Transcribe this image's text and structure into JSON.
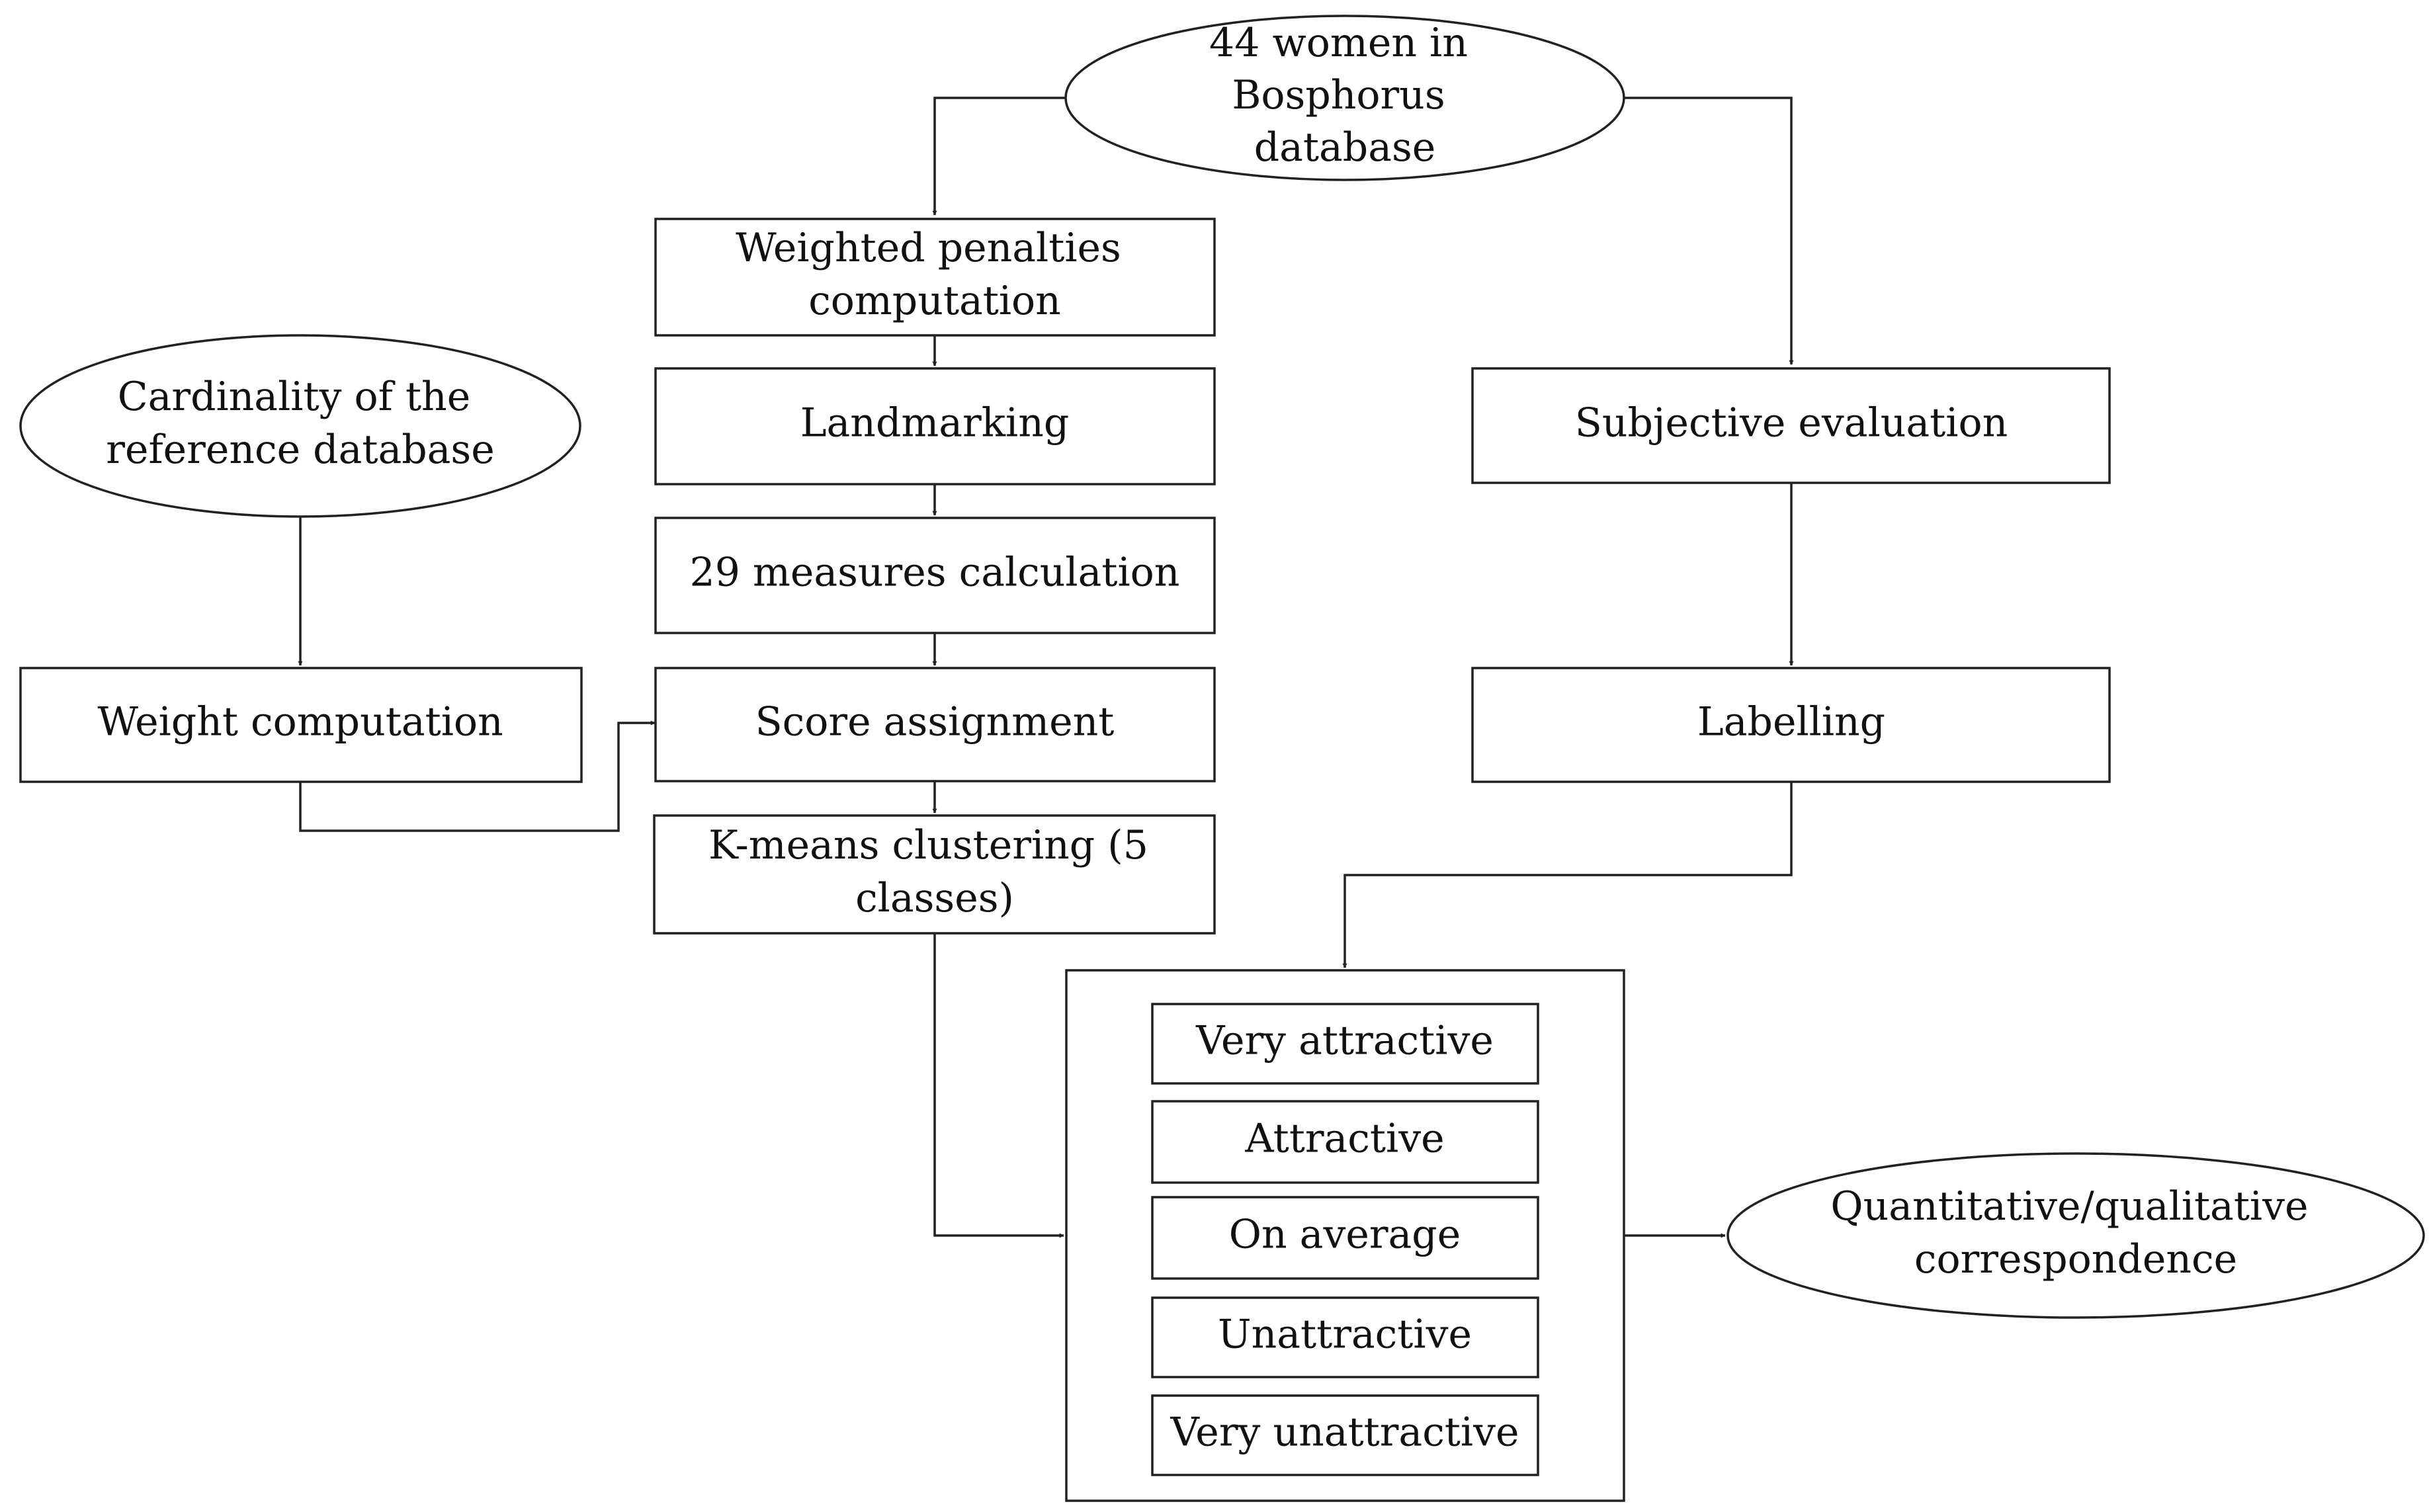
{
  "nodes": {
    "bosphorus": {
      "lines": [
        "44 women in",
        "Bosphorus",
        "database"
      ]
    },
    "weighted_penalties": {
      "lines": [
        "Weighted penalties",
        "computation"
      ]
    },
    "landmarking": {
      "lines": [
        "Landmarking"
      ]
    },
    "measures": {
      "lines": [
        "29 measures calculation"
      ]
    },
    "score": {
      "lines": [
        "Score assignment"
      ]
    },
    "kmeans": {
      "lines": [
        "K-means clustering (5",
        "classes)"
      ]
    },
    "cardinality": {
      "lines": [
        "Cardinality of the",
        "reference database"
      ]
    },
    "weight_comp": {
      "lines": [
        "Weight computation"
      ]
    },
    "subjective": {
      "lines": [
        "Subjective evaluation"
      ]
    },
    "labelling": {
      "lines": [
        "Labelling"
      ]
    },
    "correspondence": {
      "lines": [
        "Quantitative/qualitative",
        "correspondence"
      ]
    }
  },
  "classes": [
    "Very attractive",
    "Attractive",
    "On average",
    "Unattractive",
    "Very unattractive"
  ],
  "colors": {
    "stroke": "#222222",
    "text": "#111111",
    "background": "#ffffff"
  }
}
